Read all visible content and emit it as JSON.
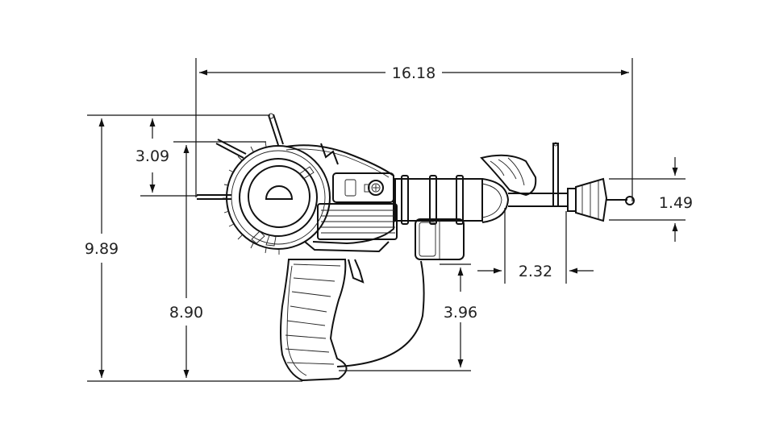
{
  "drawing": {
    "dimensions": {
      "overall_length": "16.18",
      "overall_height": "9.89",
      "grip_to_muzzle_height": "8.90",
      "top_offset": "3.09",
      "muzzle_diameter": "1.49",
      "front_section_length": "2.32",
      "trigger_height": "3.96"
    }
  },
  "colors": {
    "ink": "#111111",
    "background": "#ffffff"
  }
}
